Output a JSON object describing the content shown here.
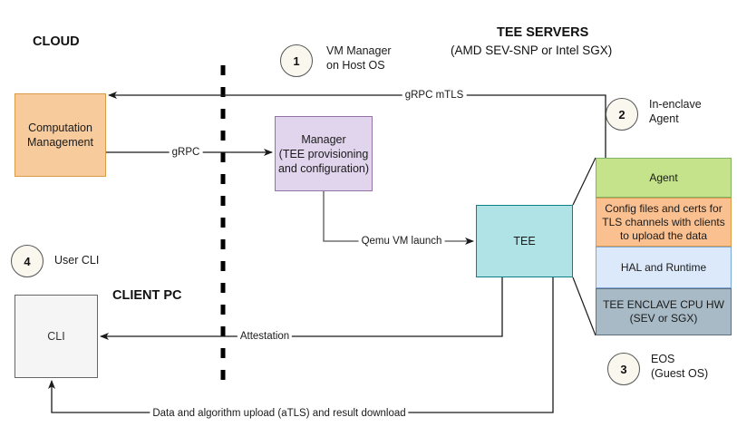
{
  "diagram": {
    "headings": {
      "cloud": "CLOUD",
      "client_pc": "CLIENT PC",
      "tee_servers_title": "TEE SERVERS",
      "tee_servers_subtitle": "(AMD SEV-SNP or Intel SGX)"
    },
    "boxes": {
      "computation_management": {
        "label": "Computation\nManagement",
        "line1": "Computation",
        "line2": "Management",
        "fill": "#f8cb9c",
        "stroke": "#d79b49"
      },
      "manager": {
        "line1": "Manager",
        "line2": "(TEE provisioning",
        "line3": "and configuration)",
        "fill": "#e1d5ed",
        "stroke": "#9673a6"
      },
      "tee": {
        "label": "TEE",
        "fill": "#b0e3e6",
        "stroke": "#0e8088"
      },
      "cli": {
        "label": "CLI",
        "fill": "#f5f5f5",
        "stroke": "#666666"
      }
    },
    "enclave_stack": [
      {
        "name": "agent",
        "line1": "Agent",
        "fill": "#c5e38a",
        "stroke": "#82b366"
      },
      {
        "name": "config-files",
        "line1": "Config files and certs for",
        "line2": "TLS channels with clients",
        "line3": "to upload the data",
        "fill": "#fac090",
        "stroke": "#d79b49"
      },
      {
        "name": "hal-runtime",
        "line1": "HAL and Runtime",
        "fill": "#dce9fa",
        "stroke": "#7ea6d9"
      },
      {
        "name": "tee-enclave-cpu-hw",
        "line1": "TEE ENCLAVE CPU HW",
        "line2": "(SEV or SGX)",
        "fill": "#a8bac6",
        "stroke": "#5c7080"
      }
    ],
    "markers": [
      {
        "number": "1",
        "line1": "VM Manager",
        "line2": "on Host OS"
      },
      {
        "number": "2",
        "line1": "In-enclave",
        "line2": "Agent"
      },
      {
        "number": "3",
        "line1": "EOS",
        "line2": "(Guest OS)"
      },
      {
        "number": "4",
        "line1": "User CLI",
        "line2": ""
      }
    ],
    "edges": [
      {
        "name": "grpc-mtls",
        "label": "gRPC mTLS"
      },
      {
        "name": "grpc",
        "label": "gRPC"
      },
      {
        "name": "qemu-vm-launch",
        "label": "Qemu VM launch"
      },
      {
        "name": "attestation",
        "label": "Attestation"
      },
      {
        "name": "data-upload",
        "label": "Data and algorithm upload (aTLS) and result download"
      }
    ],
    "colors": {
      "line": "#1a1a1a",
      "divider": "#000000",
      "background": "#ffffff"
    }
  }
}
